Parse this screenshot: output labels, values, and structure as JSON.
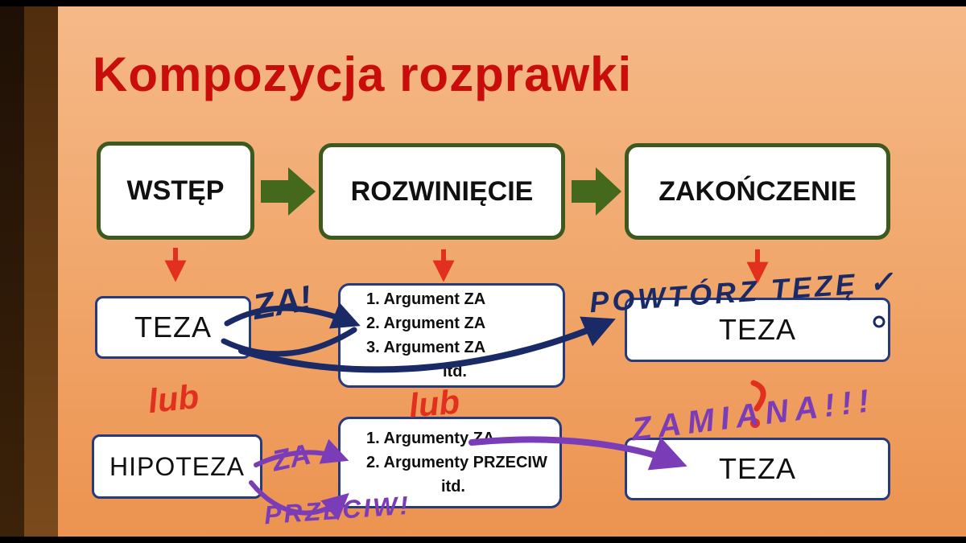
{
  "title": "Kompozycja rozprawki",
  "flow": {
    "steps": [
      "WSTĘP",
      "ROZWINIĘCIE",
      "ZAKOŃCZENIE"
    ]
  },
  "row_teza": {
    "teza_left": "TEZA",
    "args": [
      "1.  Argument  ZA",
      "2.  Argument ZA",
      "3.  Argument ZA"
    ],
    "args_more": "itd.",
    "teza_right": "TEZA"
  },
  "row_hipoteza": {
    "hipoteza": "HIPOTEZA",
    "args": [
      "1.   Argumenty  ZA",
      "2.   Argumenty PRZECIW"
    ],
    "args_more": "itd.",
    "teza_right": "TEZA"
  },
  "handwriting": {
    "za_top": "ZA!",
    "powtorz": "POWTÓRZ TEZĘ ✓",
    "lub_left": "lub",
    "lub_mid": "lub",
    "zamiana": "ZAMIANA!!!",
    "za_bottom": "ZA",
    "przeciw": "PRZECIW!"
  },
  "colors": {
    "title_red": "#c90d0b",
    "green_border": "#3d5a1e",
    "green_arrow": "#44691c",
    "red_ink": "#e2301f",
    "navy_ink": "#1a2a66",
    "purple_ink": "#7b3cb8",
    "box_border_navy": "#273a80",
    "background_orange": "#f0a468"
  }
}
